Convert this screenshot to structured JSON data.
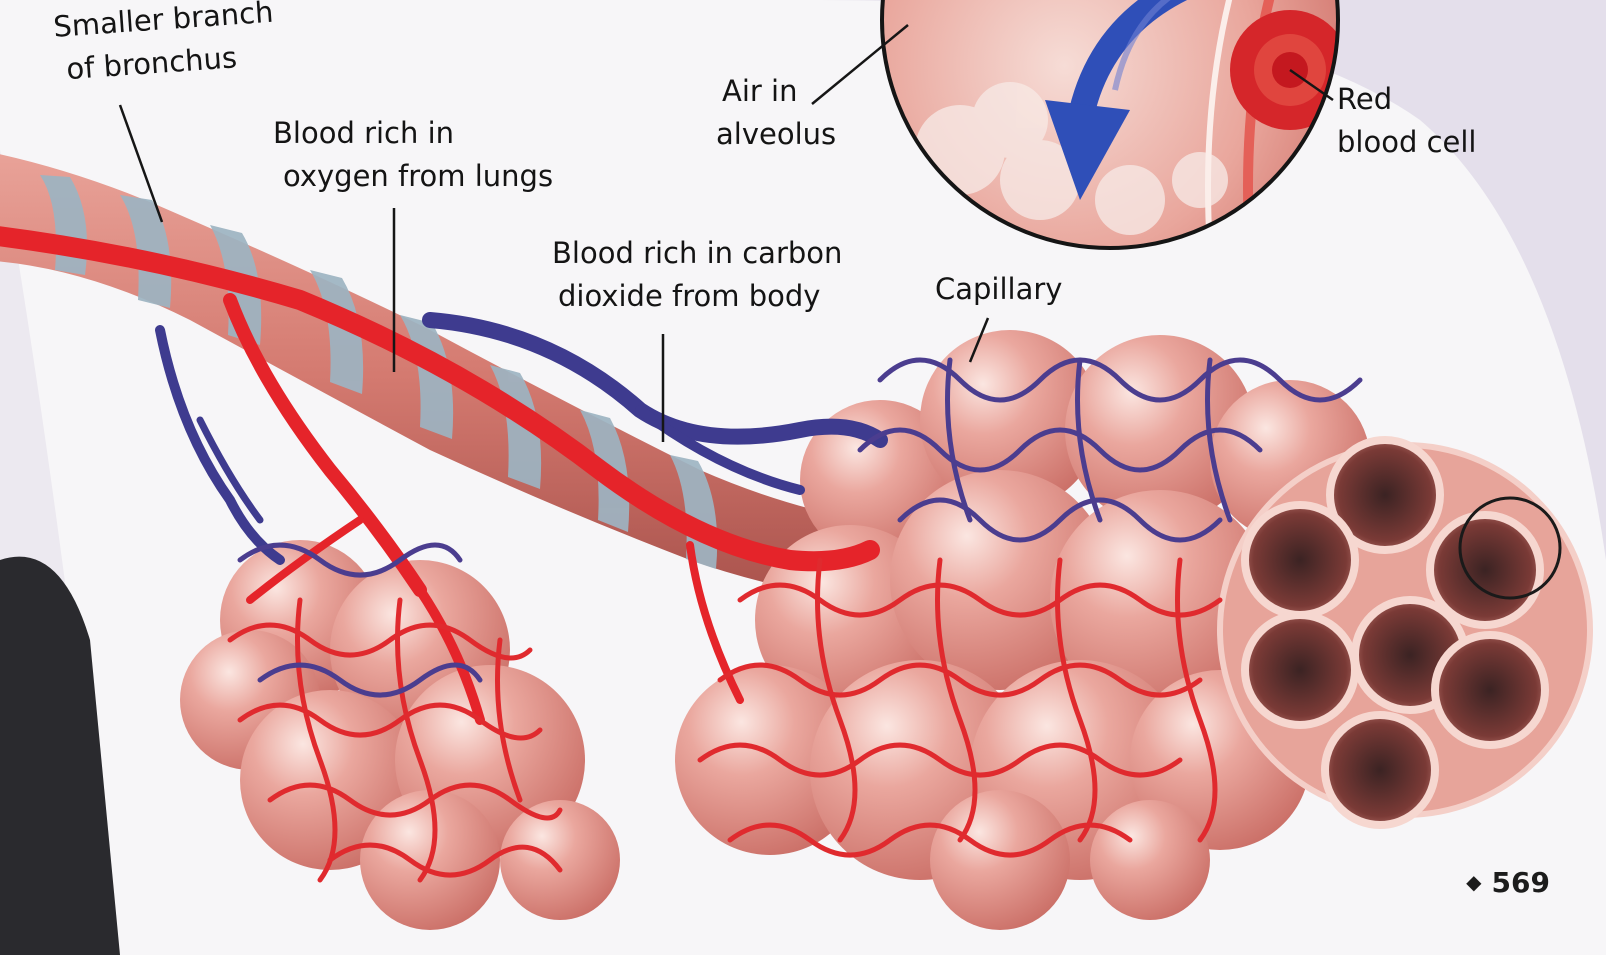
{
  "labels": {
    "bronchus": [
      "Smaller branch",
      "of bronchus"
    ],
    "oxygen_blood": [
      "Blood rich in",
      "oxygen from lungs"
    ],
    "air_alveolus": [
      "Air in",
      "alveolus"
    ],
    "red_blood_cell": [
      "Red",
      "blood cell"
    ],
    "co2_blood": [
      "Blood rich in carbon",
      "dioxide from body"
    ],
    "capillary": [
      "Capillary"
    ]
  },
  "page_number": "569",
  "colors": {
    "page": "#e9e6ee",
    "oxygen_vessel": "#e5242a",
    "co2_vessel": "#3e3b8f",
    "alveolus": "#e2958b",
    "bronchus_tissue": "#d9827a",
    "cartilage": "#9db4c2",
    "arrow": "#2f4fb8"
  },
  "icons": [
    "diamond-bullet-icon"
  ]
}
